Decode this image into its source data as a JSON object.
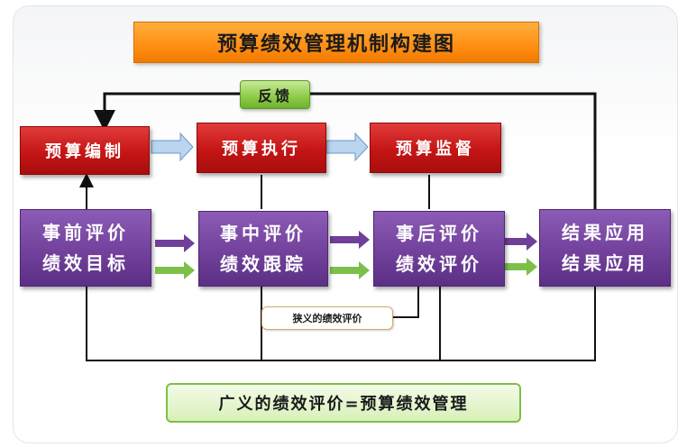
{
  "title": "预算绩效管理机制构建图",
  "feedback": "反馈",
  "red_boxes": [
    "预算编制",
    "预算执行",
    "预算监督"
  ],
  "purple_boxes": [
    {
      "line1": "事前评价",
      "line2": "绩效目标"
    },
    {
      "line1": "事中评价",
      "line2": "绩效跟踪"
    },
    {
      "line1": "事后评价",
      "line2": "绩效评价"
    },
    {
      "line1": "结果应用",
      "line2": "结果应用"
    }
  ],
  "narrow_label": "狭义的绩效评价",
  "broad_label": "广义的绩效评价=预算绩效管理",
  "colors": {
    "title_bg": "#ff8f12",
    "red_box": "#c51515",
    "purple_box": "#6f3f99",
    "green_label": "#8fcd4b",
    "arrow_blue": "#a9c9e8",
    "arrow_purple": "#6f3f99",
    "arrow_green": "#7cc04a",
    "line": "#111111"
  }
}
